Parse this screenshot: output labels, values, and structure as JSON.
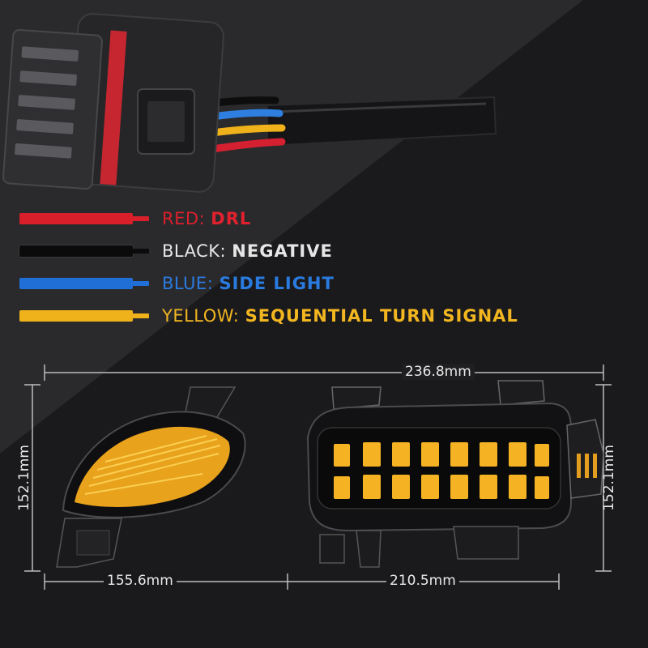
{
  "legend": [
    {
      "key": "RED:",
      "value": "DRL",
      "color": "#d91f2a",
      "key_color": "#d9202c",
      "value_color": "#e0222e"
    },
    {
      "key": "BLACK:",
      "value": "NEGATIVE",
      "color": "#0b0b0b",
      "key_color": "#e6e6e6",
      "value_color": "#e6e6e6"
    },
    {
      "key": "BLUE:",
      "value": "SIDE LIGHT",
      "color": "#1f6fd6",
      "key_color": "#2a7be0",
      "value_color": "#2a7be0"
    },
    {
      "key": "YELLOW:",
      "value": "SEQUENTIAL TURN SIGNAL",
      "color": "#f0b21a",
      "key_color": "#f2b620",
      "value_color": "#f2b620"
    }
  ],
  "dimensions": {
    "total_width": "236.8mm",
    "left_height": "152.1mm",
    "right_height": "152.1mm",
    "left_width": "155.6mm",
    "right_width": "210.5mm"
  },
  "colors": {
    "amber": "#f5a623",
    "amber_bright": "#ffcf3a",
    "housing": "#141416"
  }
}
